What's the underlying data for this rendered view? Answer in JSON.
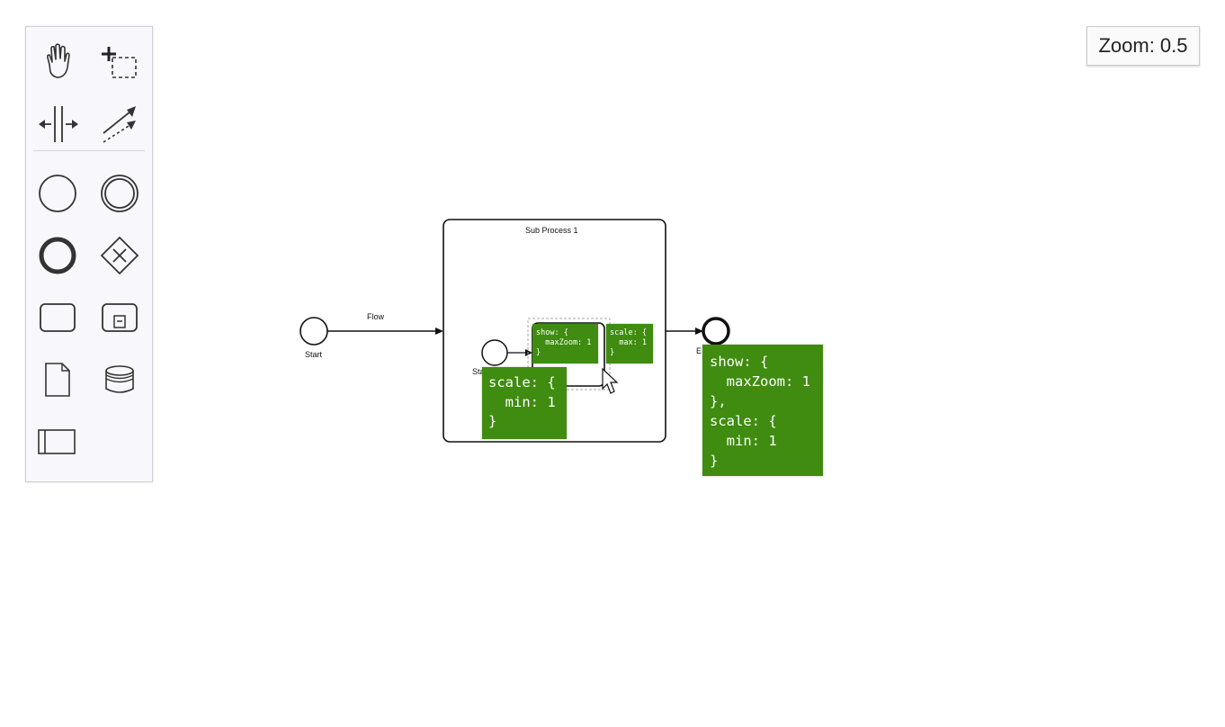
{
  "palette": {
    "tools": [
      {
        "name": "hand-tool",
        "icon": "hand-icon"
      },
      {
        "name": "lasso-tool",
        "icon": "lasso-icon"
      },
      {
        "name": "space-tool",
        "icon": "space-icon"
      },
      {
        "name": "global-connect-tool",
        "icon": "connect-icon"
      },
      {
        "name": "create-start-event",
        "icon": "start-event-icon"
      },
      {
        "name": "create-intermediate-event",
        "icon": "intermediate-event-icon"
      },
      {
        "name": "create-end-event",
        "icon": "end-event-icon"
      },
      {
        "name": "create-gateway",
        "icon": "gateway-icon"
      },
      {
        "name": "create-task",
        "icon": "task-icon"
      },
      {
        "name": "create-subprocess",
        "icon": "subprocess-icon"
      },
      {
        "name": "create-data-object",
        "icon": "data-object-icon"
      },
      {
        "name": "create-data-store",
        "icon": "data-store-icon"
      },
      {
        "name": "create-participant",
        "icon": "participant-icon"
      }
    ]
  },
  "zoom": {
    "text": "Zoom: 0.5"
  },
  "diagram": {
    "subprocess_label": "Sub Process 1",
    "flow_label": "Flow",
    "start_label": "Start",
    "inner_start_label": "Sta",
    "end_label": "E"
  },
  "overlays": {
    "inner_show": "show: {\n  maxZoom: 1\n}",
    "inner_scale_max": "scale: {\n  max: 1\n}",
    "inner_scale_min": "scale: {\n  min: 1\n}",
    "end_overlay": "show: {\n  maxZoom: 1\n},\nscale: {\n  min: 1\n}"
  },
  "colors": {
    "overlay_bg": "#3f8c10",
    "palette_bg": "#f8f8fc"
  }
}
